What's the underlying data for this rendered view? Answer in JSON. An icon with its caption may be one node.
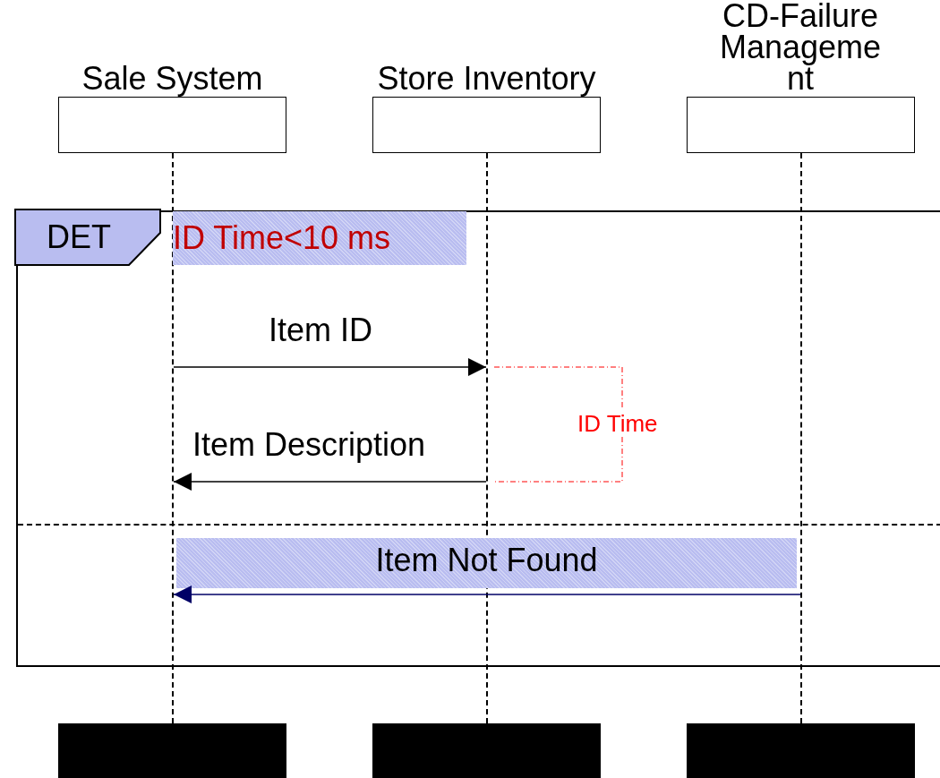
{
  "diagram": {
    "nodes": [
      {
        "text": [
          "Sale System"
        ]
      },
      {
        "text": [
          "Store Inventory"
        ]
      },
      {
        "text": [
          "CD-Failure Manageme nt"
        ]
      },
      {
        "text": [
          "DET",
          "ID Time<10 ms"
        ]
      },
      {
        "text": [],
        "shape": "line"
      },
      {
        "text": [],
        "shape": "line"
      },
      {
        "text": [],
        "shape": "line"
      },
      {
        "text": [],
        "shape": "bar"
      },
      {
        "text": [],
        "shape": "bar"
      },
      {
        "text": [],
        "shape": "bar"
      }
    ],
    "edges": [
      {
        "from": 4,
        "to": 5,
        "arrow": "to",
        "label": "Item ID"
      },
      {
        "from": 5,
        "to": 4,
        "arrow": "to",
        "label": "Item Description"
      },
      {
        "from": 6,
        "to": 4,
        "arrow": "to",
        "label": "Item Not Found",
        "color": "#000066"
      }
    ],
    "labels": [
      "ID Time"
    ]
  }
}
